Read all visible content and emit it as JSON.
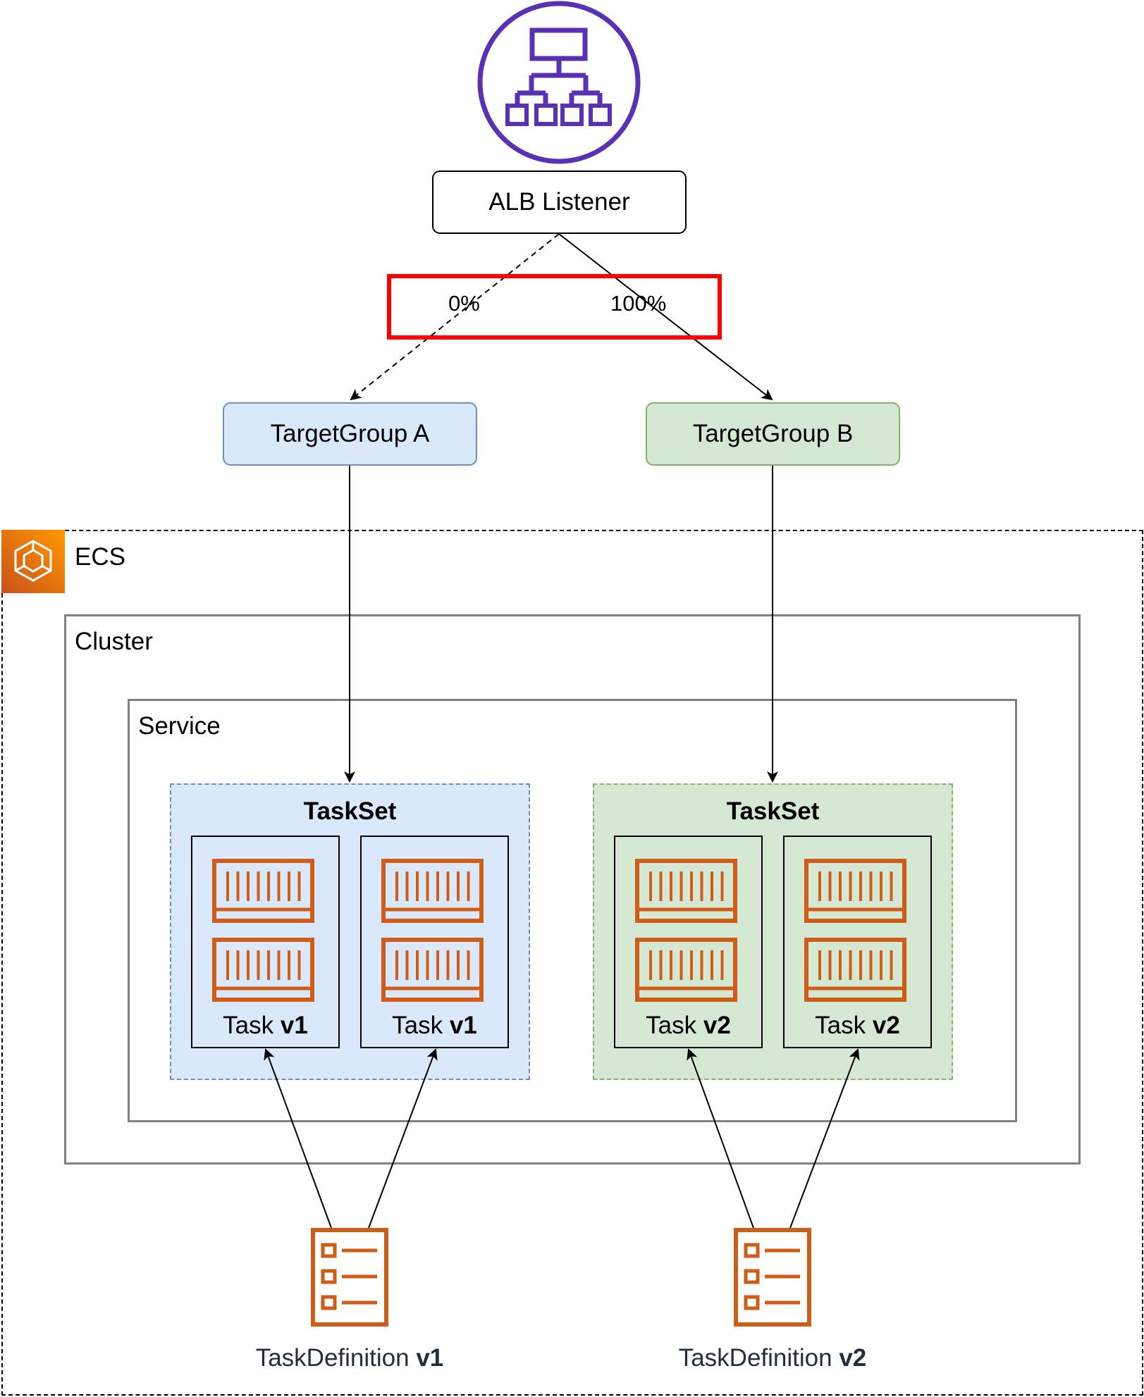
{
  "alb": {
    "icon": "application-load-balancer-icon",
    "color": "#5a30b5",
    "listener_label": "ALB Listener"
  },
  "routing": {
    "weight_a": "0%",
    "weight_b": "100%",
    "highlight_color": "#ff0000"
  },
  "target_groups": [
    {
      "label": "TargetGroup A",
      "fill": "#dae8fc",
      "stroke": "#6c8ebf"
    },
    {
      "label": "TargetGroup B",
      "fill": "#d5e8d4",
      "stroke": "#82b366"
    }
  ],
  "ecs": {
    "label": "ECS",
    "icon": "amazon-ecs-icon",
    "icon_color": "#ed7100"
  },
  "cluster": {
    "label": "Cluster"
  },
  "service": {
    "label": "Service"
  },
  "tasksets": [
    {
      "title": "TaskSet",
      "tasks": [
        {
          "prefix": "Task ",
          "version": "v1"
        },
        {
          "prefix": "Task ",
          "version": "v1"
        }
      ]
    },
    {
      "title": "TaskSet",
      "tasks": [
        {
          "prefix": "Task ",
          "version": "v2"
        },
        {
          "prefix": "Task ",
          "version": "v2"
        }
      ]
    }
  ],
  "task_definitions": [
    {
      "prefix": "TaskDefinition ",
      "version": "v1",
      "icon": "task-definition-icon"
    },
    {
      "prefix": "TaskDefinition ",
      "version": "v2",
      "icon": "task-definition-icon"
    }
  ],
  "container_icon": {
    "name": "container-icon",
    "color": "#d05c17"
  }
}
